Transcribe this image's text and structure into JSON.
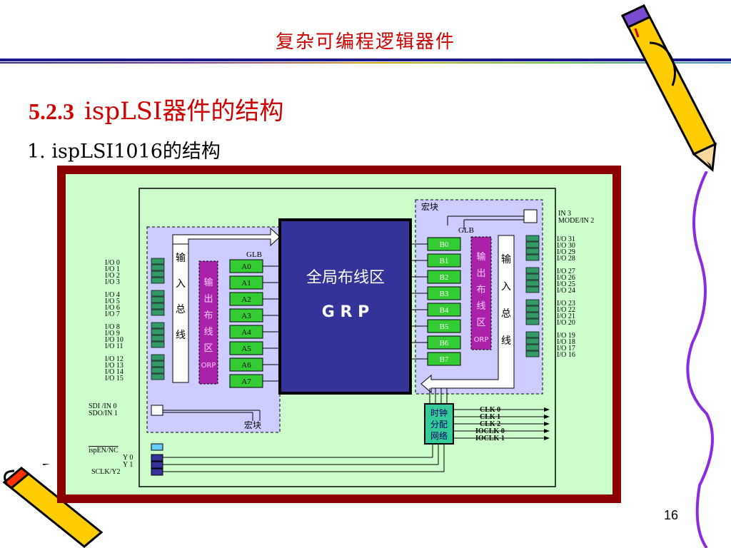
{
  "slide": {
    "title": "复杂可编程逻辑器件",
    "section_number": "5.2.3",
    "section_title": "ispLSI器件的结构",
    "subheading": "1. ispLSI1016的结构",
    "page_number": "16"
  },
  "diagram": {
    "grp": {
      "label_cn": "全局布线区",
      "label_en": "G R P"
    },
    "left": {
      "glb_label": "GLB",
      "glbs": [
        "A0",
        "A1",
        "A2",
        "A3",
        "A4",
        "A5",
        "A6",
        "A7"
      ],
      "input_bus_chars": [
        "输",
        "入",
        "总",
        "线"
      ],
      "orp_chars": [
        "输",
        "出",
        "布",
        "线",
        "区",
        "ORP"
      ],
      "macro_label": "宏块"
    },
    "right": {
      "glb_label": "GLB",
      "glbs": [
        "B0",
        "B1",
        "B2",
        "B3",
        "B4",
        "B5",
        "B6",
        "B7"
      ],
      "input_bus_chars": [
        "输",
        "入",
        "总",
        "线"
      ],
      "orp_chars": [
        "输",
        "出",
        "布",
        "线",
        "区",
        "ORP"
      ],
      "macro_label": "宏块"
    },
    "left_io_labels": [
      "I/O 0",
      "I/O 1",
      "I/O 2",
      "I/O 3",
      "I/O 4",
      "I/O 5",
      "I/O 6",
      "I/O 7",
      "I/O 8",
      "I/O 9",
      "I/O 10",
      "I/O 11",
      "I/O 12",
      "I/O 13",
      "I/O 14",
      "I/O 15"
    ],
    "right_io_labels": [
      "I/O 31",
      "I/O 30",
      "I/O 29",
      "I/O 28",
      "I/O 27",
      "I/O 26",
      "I/O 25",
      "I/O 24",
      "I/O 23",
      "I/O 22",
      "I/O 21",
      "I/O 20",
      "I/O 19",
      "I/O 18",
      "I/O 17",
      "I/O 16"
    ],
    "top_right_labels": [
      "IN 3",
      "MODE/IN 2"
    ],
    "sdi_labels": [
      "SDI /IN 0",
      "SDO/IN 1"
    ],
    "bottom_left_labels": [
      "ispEN/NC",
      "Y 0",
      "Y 1",
      "SCLK/Y2"
    ],
    "clock_block": [
      "时钟",
      "分配",
      "网络"
    ],
    "clock_outputs": [
      "CLK 0",
      "CLK 1",
      "CLK 2",
      "IOCLK 0",
      "IOCLK 1"
    ],
    "colors": {
      "frame": "#8b0000",
      "canvas": "#ccffcc",
      "grp": "#333399",
      "glb": "#33cc33",
      "orp": "#aa22aa",
      "io_cell": "#339966",
      "title_red": "#cc0000"
    }
  }
}
